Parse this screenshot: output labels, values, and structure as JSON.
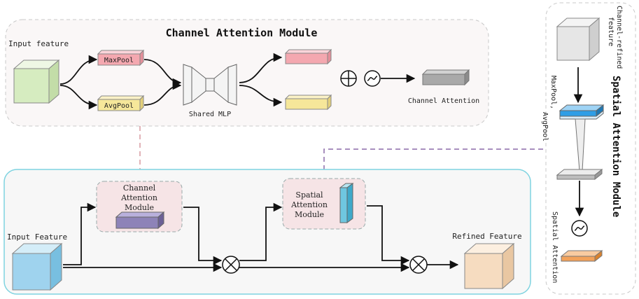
{
  "channel_module": {
    "title": "Channel Attention Module",
    "input_label": "Input feature",
    "maxpool_label": "MaxPool",
    "avgpool_label": "AvgPool",
    "mlp_label": "Shared MLP",
    "output_label": "Channel Attention"
  },
  "cbam": {
    "input_label": "Input Feature",
    "channel_box_line1": "Channel",
    "channel_box_line2": "Attention",
    "channel_box_line3": "Module",
    "spatial_box_line1": "Spatial",
    "spatial_box_line2": "Attention",
    "spatial_box_line3": "Module",
    "output_label": "Refined Feature"
  },
  "spatial_module": {
    "title": "Spatial Attention Module",
    "input_label_line1": "Channel-refined",
    "input_label_line2": "feature",
    "pool_label_line1": "MaxPool,",
    "pool_label_line2": "AvgPool",
    "output_label": "Spatial Attention"
  },
  "colors": {
    "input_cube": "#d6ecc0",
    "maxpool_bar": "#f4a8b0",
    "avgpool_bar": "#f6e79a",
    "channel_attention_bar": "#a9a9a9",
    "cbam_input_cube": "#9fd3ee",
    "channel_module_bar": "#8e83b8",
    "spatial_module_plate": "#6fc7e0",
    "refined_cube": "#f6dcc0",
    "spatial_input_cube": "#e6e6e6",
    "spatial_blue_plate": "#2f9ee6",
    "spatial_attention_plate": "#f3a25a",
    "connector_pink": "#d79aa0",
    "connector_purple": "#8c6aa8",
    "bottom_border": "#7fd3e0"
  }
}
